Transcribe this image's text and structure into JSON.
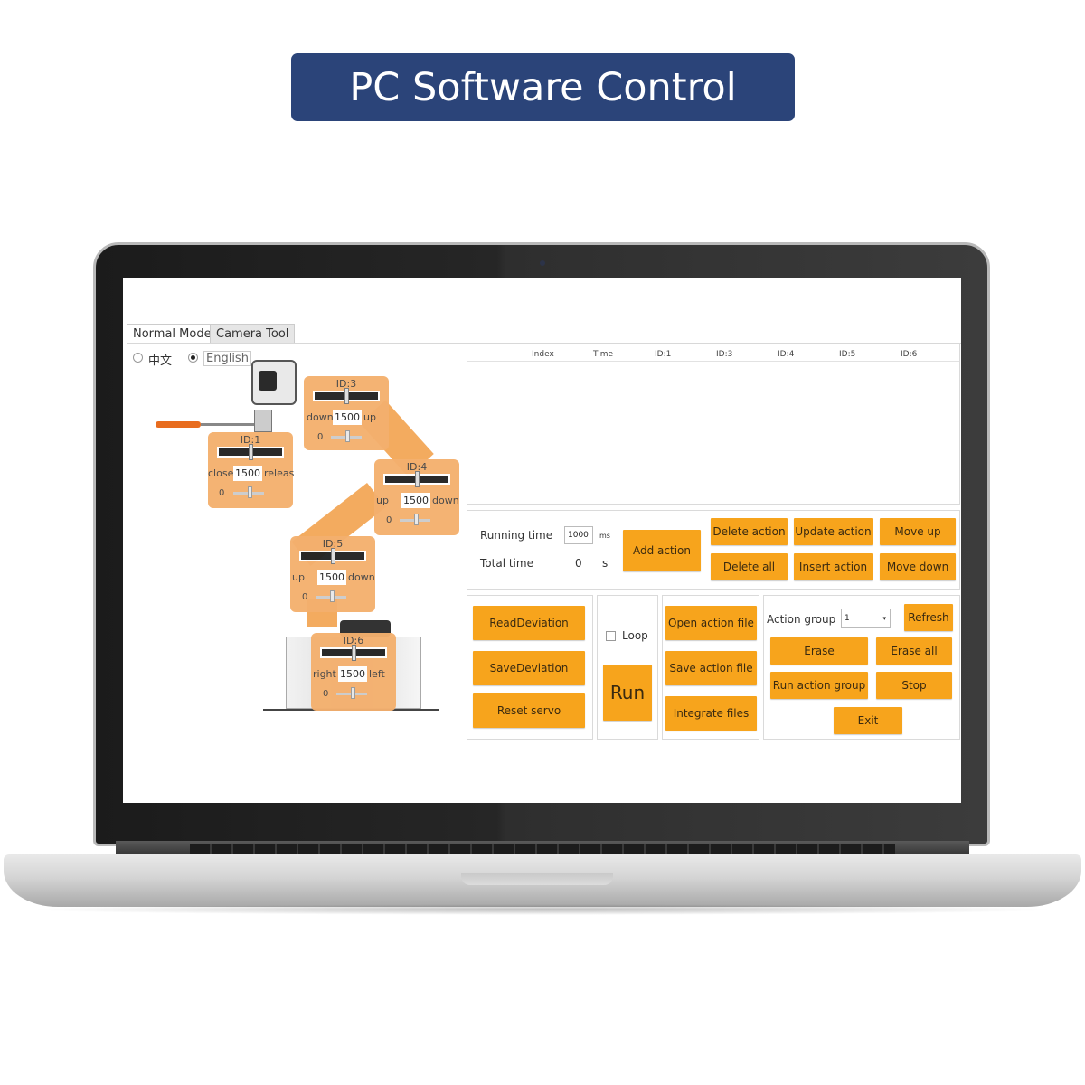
{
  "banner": {
    "title": "PC Software Control"
  },
  "tabs": [
    {
      "label": "Normal Mode"
    },
    {
      "label": "Camera Tool"
    }
  ],
  "language": {
    "options": [
      "中文",
      "English"
    ],
    "selected": "English"
  },
  "servos": [
    {
      "id": "ID:3",
      "value": "1500",
      "left": "down",
      "right": "up",
      "offset": "0"
    },
    {
      "id": "ID:1",
      "value": "1500",
      "left": "close",
      "right": "releas",
      "offset": "0"
    },
    {
      "id": "ID:4",
      "value": "1500",
      "left": "up",
      "right": "down",
      "offset": "0"
    },
    {
      "id": "ID:5",
      "value": "1500",
      "left": "up",
      "right": "down",
      "offset": "0"
    },
    {
      "id": "ID:6",
      "value": "1500",
      "left": "right",
      "right": "left",
      "offset": "0"
    }
  ],
  "action_table": {
    "columns": [
      "Index",
      "Time",
      "ID:1",
      "ID:3",
      "ID:4",
      "ID:5",
      "ID:6"
    ]
  },
  "timing": {
    "running_time_label": "Running time",
    "running_time_value": "1000",
    "running_time_unit": "ms",
    "total_time_label": "Total time",
    "total_time_value": "0",
    "total_time_unit": "s"
  },
  "buttons": {
    "add_action": "Add action",
    "delete_action": "Delete action",
    "update_action": "Update action",
    "move_up": "Move up",
    "delete_all": "Delete all",
    "insert_action": "Insert action",
    "move_down": "Move down",
    "read_deviation": "ReadDeviation",
    "save_deviation": "SaveDeviation",
    "reset_servo": "Reset servo",
    "run": "Run",
    "open_action_file": "Open action file",
    "save_action_file": "Save action file",
    "integrate_files": "Integrate files",
    "refresh": "Refresh",
    "erase": "Erase",
    "erase_all": "Erase all",
    "run_action_group": "Run action group",
    "stop": "Stop",
    "exit": "Exit"
  },
  "loop": {
    "label": "Loop",
    "checked": false
  },
  "action_group": {
    "label": "Action group",
    "value": "1"
  },
  "colors": {
    "banner": "#2b4479",
    "button": "#f7a41c",
    "servo_panel": "#f4b06e"
  }
}
